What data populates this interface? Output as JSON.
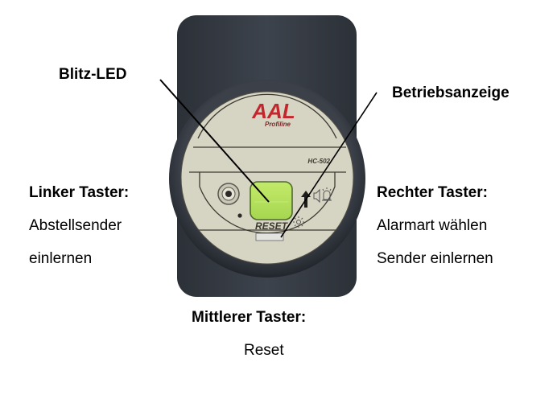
{
  "device": {
    "brand": "AAL",
    "brand_sub": "Profiline",
    "model": "HC-502",
    "reset_label": "RESET",
    "colors": {
      "housing": "#3a4049",
      "ring": "#2f343c",
      "face": "#d6d4c2",
      "led": "#b6e05a",
      "brand": "#c4262e"
    }
  },
  "callouts": {
    "blitz_led": {
      "title": "Blitz-LED"
    },
    "betriebsanzeige": {
      "title": "Betriebsanzeige"
    },
    "linker_taster": {
      "title": "Linker Taster:",
      "line1": "Abstellsender",
      "line2": "einlernen"
    },
    "rechter_taster": {
      "title": "Rechter Taster:",
      "line1": "Alarmart wählen",
      "line2": "Sender einlernen"
    },
    "mittlerer_taster": {
      "title": "Mittlerer Taster:",
      "line1": "Reset"
    }
  }
}
